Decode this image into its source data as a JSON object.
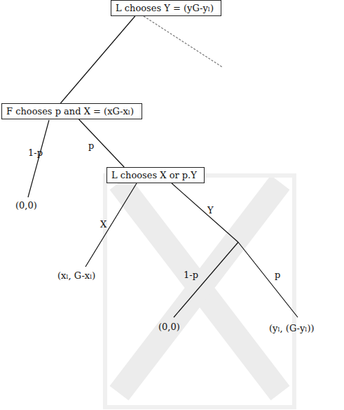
{
  "diagram": {
    "nodes": [
      {
        "text": [
          "L chooses Y = (yG-yₗ)"
        ]
      },
      {
        "text": [
          "F chooses p and X = (xG-xₗ)"
        ]
      },
      {
        "text": [
          "L chooses X or p.Y"
        ]
      }
    ],
    "edges": [
      {
        "from": 0,
        "to": 1,
        "arrow": "none"
      },
      {
        "from": 1,
        "to": 2,
        "label": "p",
        "arrow": "none"
      }
    ],
    "labels": [
      "1-p",
      "(0,0)",
      "X",
      "(xₗ, G-xₗ)",
      "Y",
      "1-p",
      "p",
      "(0,0)",
      "(yₗ, (G-yₗ))"
    ]
  }
}
